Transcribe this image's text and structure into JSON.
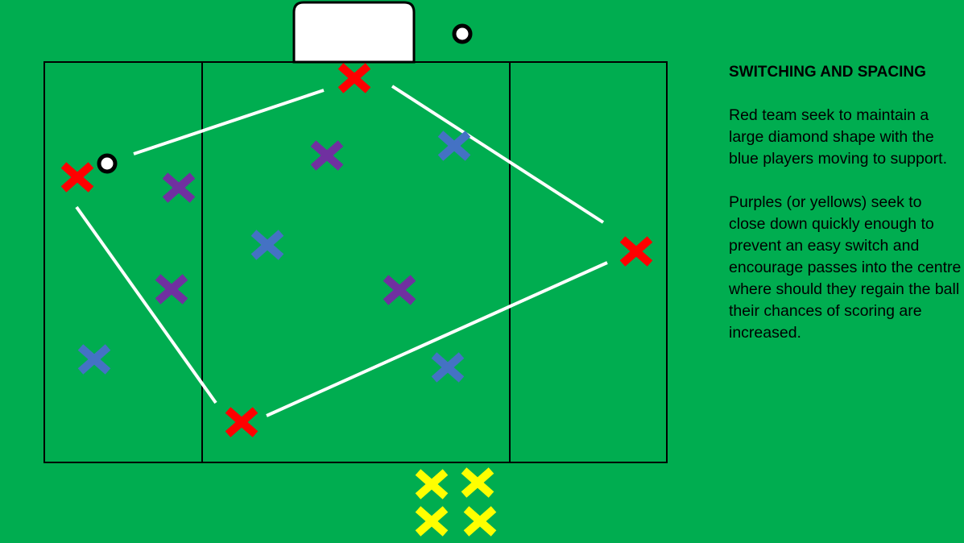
{
  "panel": {
    "title": "SWITCHING AND SPACING",
    "paragraph1": "Red team seek to maintain a large diamond shape with the blue players moving to support.",
    "paragraph2": "Purples (or yellows) seek to close down quickly enough to prevent an easy switch and encourage passes into the centre where should they regain the ball their chances of scoring are increased."
  },
  "colors": {
    "pitch": "#00ad50",
    "red": "#ff0000",
    "purple": "#7030a0",
    "blue": "#4472c4",
    "yellow": "#ffff00"
  }
}
